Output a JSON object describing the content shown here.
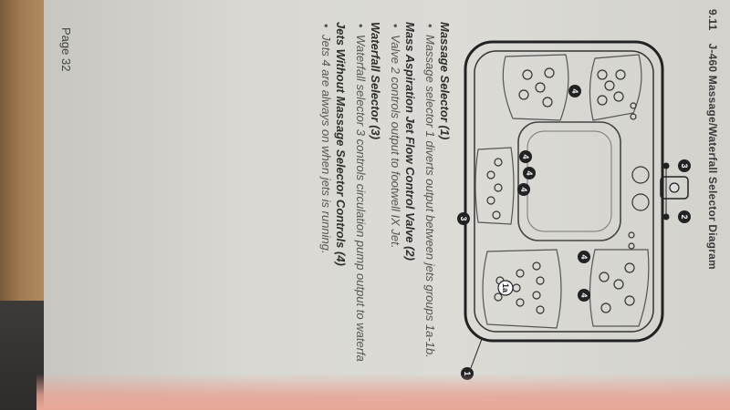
{
  "header": {
    "section_number": "9.11",
    "title": "J-460 Massage/Waterfall Selector Diagram"
  },
  "callouts": [
    "1",
    "2",
    "3",
    "4",
    "1a"
  ],
  "sections": [
    {
      "heading": "Massage Selector (1)",
      "bullet": "Massage selector 1 diverts output between jets groups 1a-1b."
    },
    {
      "heading": "Mass Aspiration Jet Flow Control Valve (2)",
      "bullet": "Valve 2 controls output to footwell IX Jet."
    },
    {
      "heading": "Waterfall Selector (3)",
      "bullet": "Waterfall selector 3 controls circulation pump output to waterfa"
    },
    {
      "heading": "Jets Without Massage Selector Controls (4)",
      "bullet": "Jets 4 are always on when jets is running."
    }
  ],
  "page_label": "Page 32"
}
